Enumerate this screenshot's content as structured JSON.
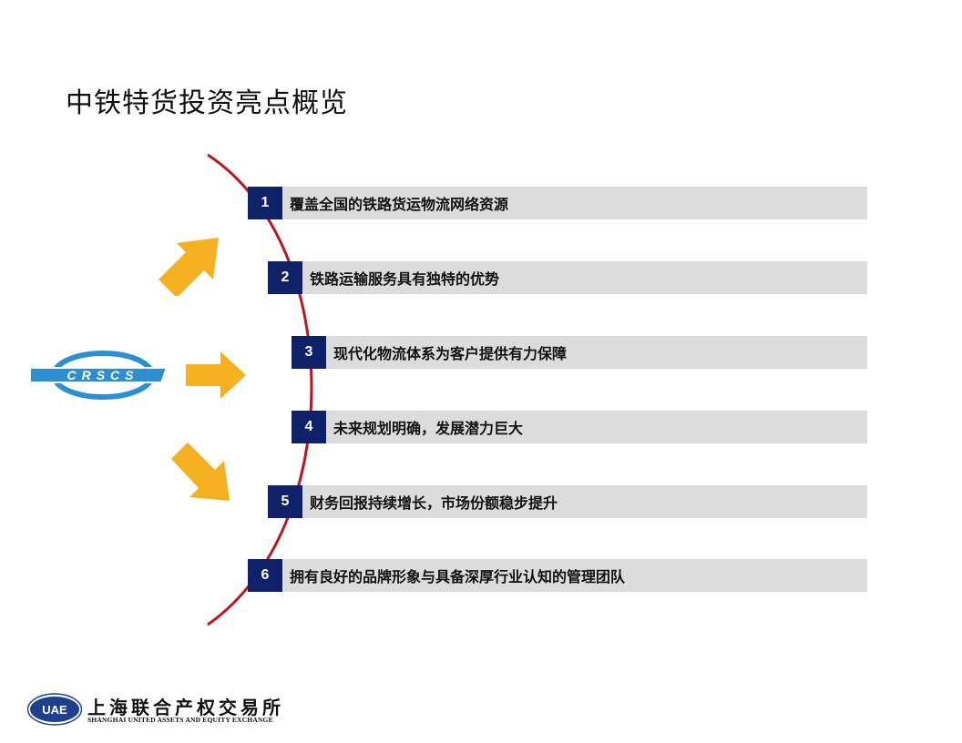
{
  "title": "中铁特货投资亮点概览",
  "items": [
    {
      "num": "1",
      "text": "覆盖全国的铁路货运物流网络资源"
    },
    {
      "num": "2",
      "text": "铁路运输服务具有独特的优势"
    },
    {
      "num": "3",
      "text": "现代化物流体系为客户提供有力保障"
    },
    {
      "num": "4",
      "text": "未来规划明确，发展潜力巨大"
    },
    {
      "num": "5",
      "text": "财务回报持续增长，市场份额稳步提升"
    },
    {
      "num": "6",
      "text": "拥有良好的品牌形象与具备深厚行业认知的管理团队"
    }
  ],
  "logo": {
    "text": "CRSCS",
    "color": "#2e8fd0"
  },
  "footer": {
    "badge": "UAE",
    "name_cn": "上海联合产权交易所",
    "name_en": "SHANGHAI UNITED ASSETS AND EQUITY EXCHANGE"
  },
  "colors": {
    "navy": "#0f2169",
    "bar_gray": "#dcdcdc",
    "arc_red": "#c0141c",
    "arrow_orange": "#f5b021"
  },
  "icons": [
    "arrow-up-right-icon",
    "arrow-right-icon",
    "arrow-down-right-icon"
  ]
}
